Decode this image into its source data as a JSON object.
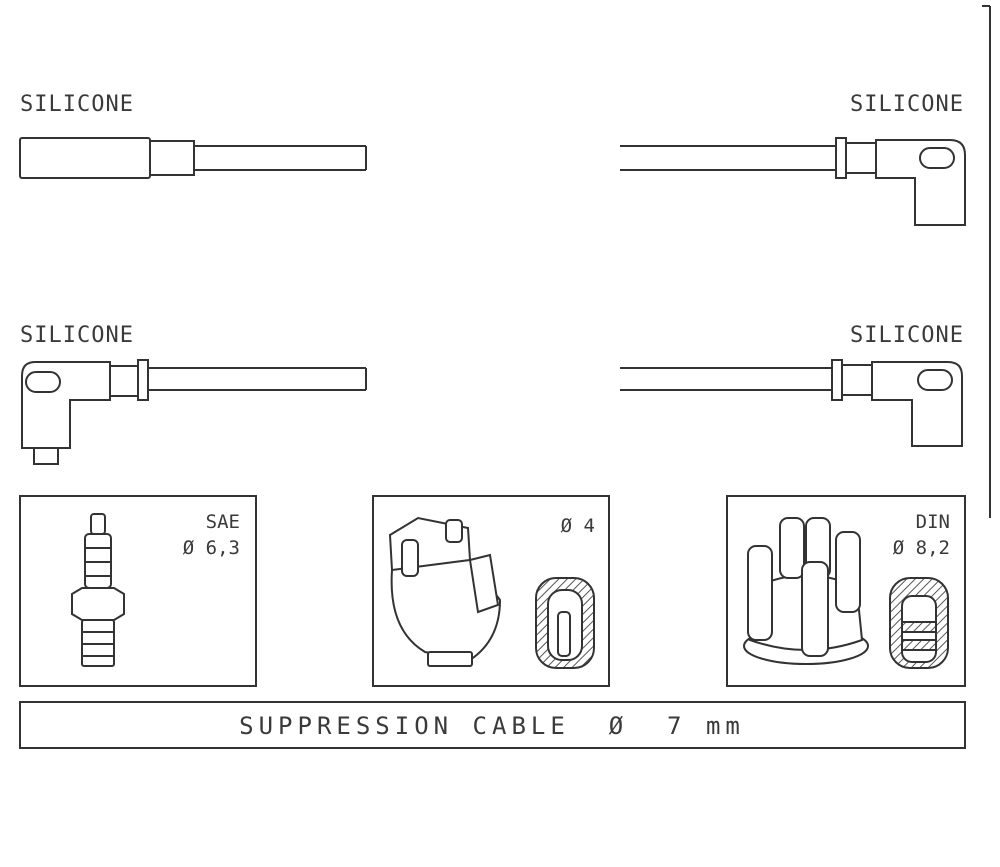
{
  "labels": {
    "top_left": "SILICONE",
    "top_right": "SILICONE",
    "mid_left": "SILICONE",
    "mid_right": "SILICONE"
  },
  "panels": {
    "spark_plug": {
      "line1": "SAE",
      "line2": "Ø 6,3"
    },
    "coil": {
      "line1": "Ø 4"
    },
    "distributor": {
      "line1": "DIN",
      "line2": "Ø 8,2"
    }
  },
  "caption": "SUPPRESSION CABLE  Ø  7 mm"
}
